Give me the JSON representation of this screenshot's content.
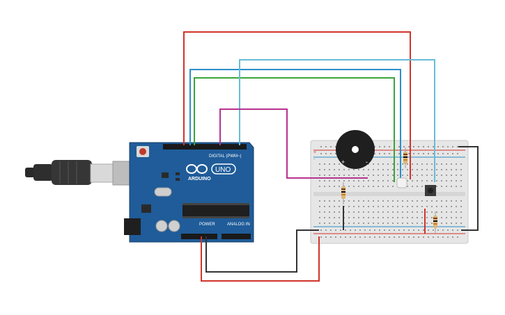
{
  "board": {
    "brand_text": "ARDUINO",
    "model_text": "UNO",
    "digital_header_label": "DIGITAL (PWM~)",
    "power_header_label": "POWER",
    "analog_header_label": "ANALOG IN",
    "color": "#1f5c99"
  },
  "breadboard": {
    "color": "#e6e6e6",
    "rail_plus": "+",
    "rail_minus": "-"
  },
  "buzzer": {
    "plus": "+",
    "minus": "-"
  },
  "wire_colors": {
    "red": "#d0342c",
    "blue": "#2b8fc7",
    "green": "#3aa43a",
    "cyan": "#67bcd8",
    "magenta": "#b8328f",
    "black": "#333333"
  },
  "icons": [
    "usb-cable-icon",
    "buzzer-icon",
    "resistor-icon",
    "pushbutton-icon",
    "led-icon"
  ]
}
